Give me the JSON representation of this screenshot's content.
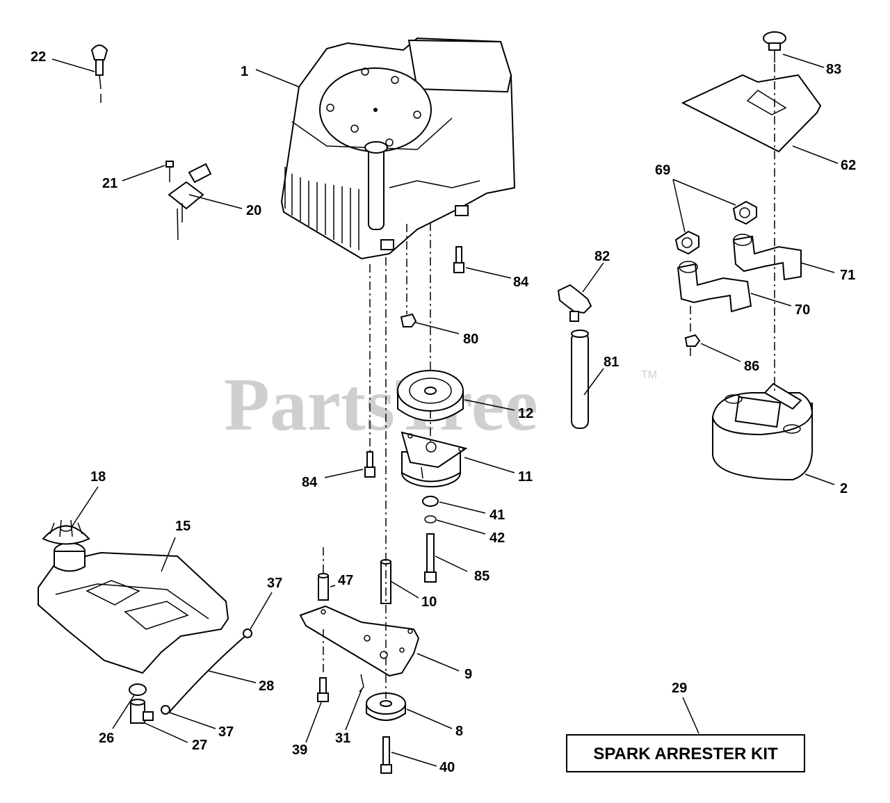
{
  "watermark": {
    "text": "PartsTree",
    "trademark": "TM"
  },
  "kit_box": {
    "label": "SPARK ARRESTER KIT"
  },
  "callouts": {
    "c1": "1",
    "c2": "2",
    "c8": "8",
    "c9": "9",
    "c10": "10",
    "c11": "11",
    "c12": "12",
    "c15": "15",
    "c18": "18",
    "c20": "20",
    "c21": "21",
    "c22": "22",
    "c26": "26",
    "c27": "27",
    "c28": "28",
    "c29": "29",
    "c31": "31",
    "c37a": "37",
    "c37b": "37",
    "c39": "39",
    "c40": "40",
    "c41": "41",
    "c42": "42",
    "c47": "47",
    "c62": "62",
    "c69": "69",
    "c70": "70",
    "c71": "71",
    "c80": "80",
    "c81": "81",
    "c82": "82",
    "c83": "83",
    "c84a": "84",
    "c84b": "84",
    "c85": "85",
    "c86": "86"
  }
}
